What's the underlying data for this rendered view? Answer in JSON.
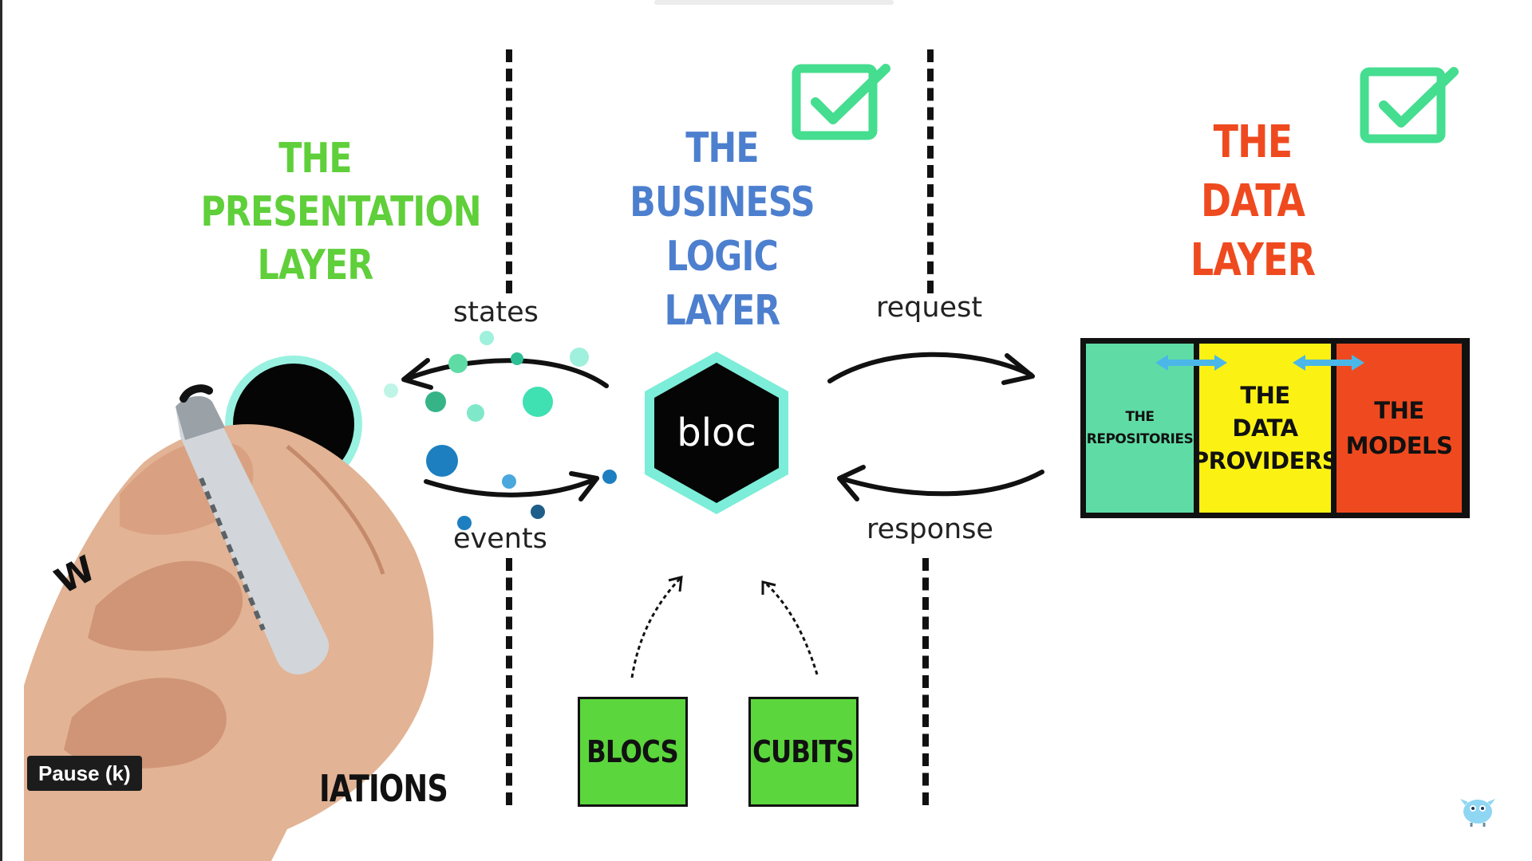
{
  "diagram": {
    "presentation_layer": {
      "title_lines": [
        "THE",
        "PRESENTATION",
        "LAYER"
      ],
      "color": "#5fcf3a"
    },
    "business_logic_layer": {
      "title_lines": [
        "THE",
        "BUSINESS LOGIC",
        "LAYER"
      ],
      "color": "#4d7fcf"
    },
    "data_layer": {
      "title_lines": [
        "THE",
        "DATA",
        "LAYER"
      ],
      "color": "#ef4a1f"
    },
    "arrows": {
      "states": "states",
      "events": "events",
      "request": "request",
      "response": "response"
    },
    "bloc_hexagon": {
      "label": "bloc",
      "color": "#000000",
      "glow": "#45e6c8"
    },
    "data_box": {
      "repositories": [
        "THE",
        "REPOSITORIES"
      ],
      "data_providers": [
        "THE",
        "DATA",
        "PROVIDERS"
      ],
      "models": [
        "THE",
        "MODELS"
      ]
    },
    "bottom_boxes": {
      "blocs": "BLOCS",
      "cubits": "CUBITS"
    },
    "partial_bottom_text": "IATIONS",
    "partial_left_text": "W",
    "checkmarks": [
      "check-icon",
      "check-icon"
    ]
  },
  "player": {
    "tooltip": "Pause (k)"
  },
  "colors": {
    "accent_green": "#5fcf3a",
    "accent_blue": "#4d7fcf",
    "accent_red": "#ef4a1f",
    "check_teal": "#45dd8f",
    "box_green": "#5bd63d",
    "repo_teal": "#5fdca5",
    "provider_yellow": "#fbf214"
  }
}
